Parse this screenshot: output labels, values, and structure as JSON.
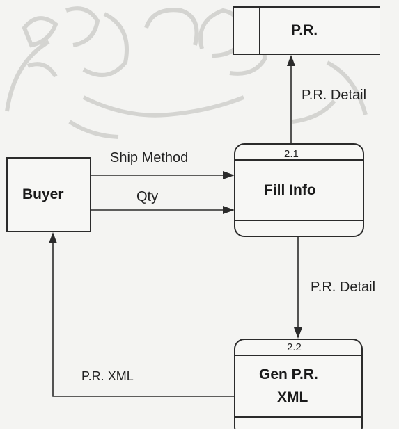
{
  "diagram": {
    "external_entity": {
      "label": "Buyer"
    },
    "data_store": {
      "label": "P.R."
    },
    "processes": [
      {
        "number": "2.1",
        "name": "Fill Info"
      },
      {
        "number": "2.2",
        "name_line1": "Gen P.R.",
        "name_line2": "XML"
      }
    ],
    "flows": {
      "ship_method": "Ship Method",
      "qty": "Qty",
      "pr_detail_to_store": "P.R. Detail",
      "pr_detail_to_gen": "P.R. Detail",
      "pr_xml": "P.R. XML"
    },
    "colors": {
      "line": "#2b2b2b",
      "watermark": "#c9c9c6"
    }
  }
}
